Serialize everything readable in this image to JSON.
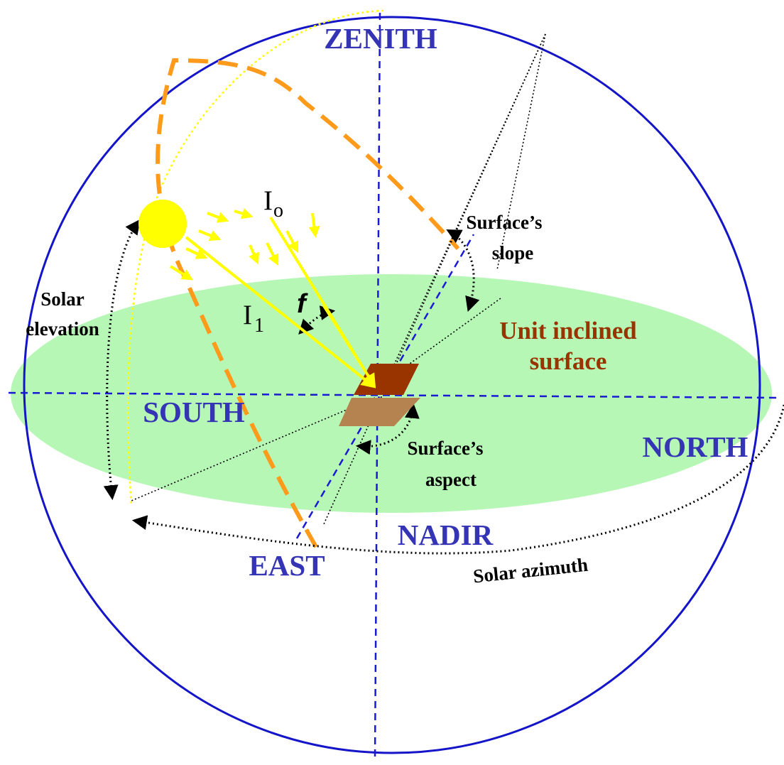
{
  "labels": {
    "zenith": "ZENITH",
    "nadir": "NADIR",
    "south": "SOUTH",
    "north": "NORTH",
    "east": "EAST",
    "solar_elevation_line1": "Solar",
    "solar_elevation_line2": "elevation",
    "solar_azimuth": "Solar azimuth",
    "surface_slope_line1": "Surface’s",
    "surface_slope_line2": "slope",
    "surface_aspect_line1": "Surface’s",
    "surface_aspect_line2": "aspect",
    "unit_surface_line1": "Unit inclined",
    "unit_surface_line2": "surface",
    "io_main": "I",
    "io_sub": "o",
    "i1_main": "I",
    "i1_sub": "1",
    "angle_f": "f"
  },
  "colors": {
    "sphere": "#1414c8",
    "axis_dashed": "#1a1ad2",
    "direction_text": "#3434b4",
    "horizon_plane": "#b6f7b6",
    "sun": "#ffff00",
    "sun_rays": "#ffff00",
    "sun_path": "#ff9a1a",
    "surface_top": "#993300",
    "surface_shadow": "#b5834f",
    "unit_surface_text": "#993300",
    "annotation": "#000000"
  }
}
